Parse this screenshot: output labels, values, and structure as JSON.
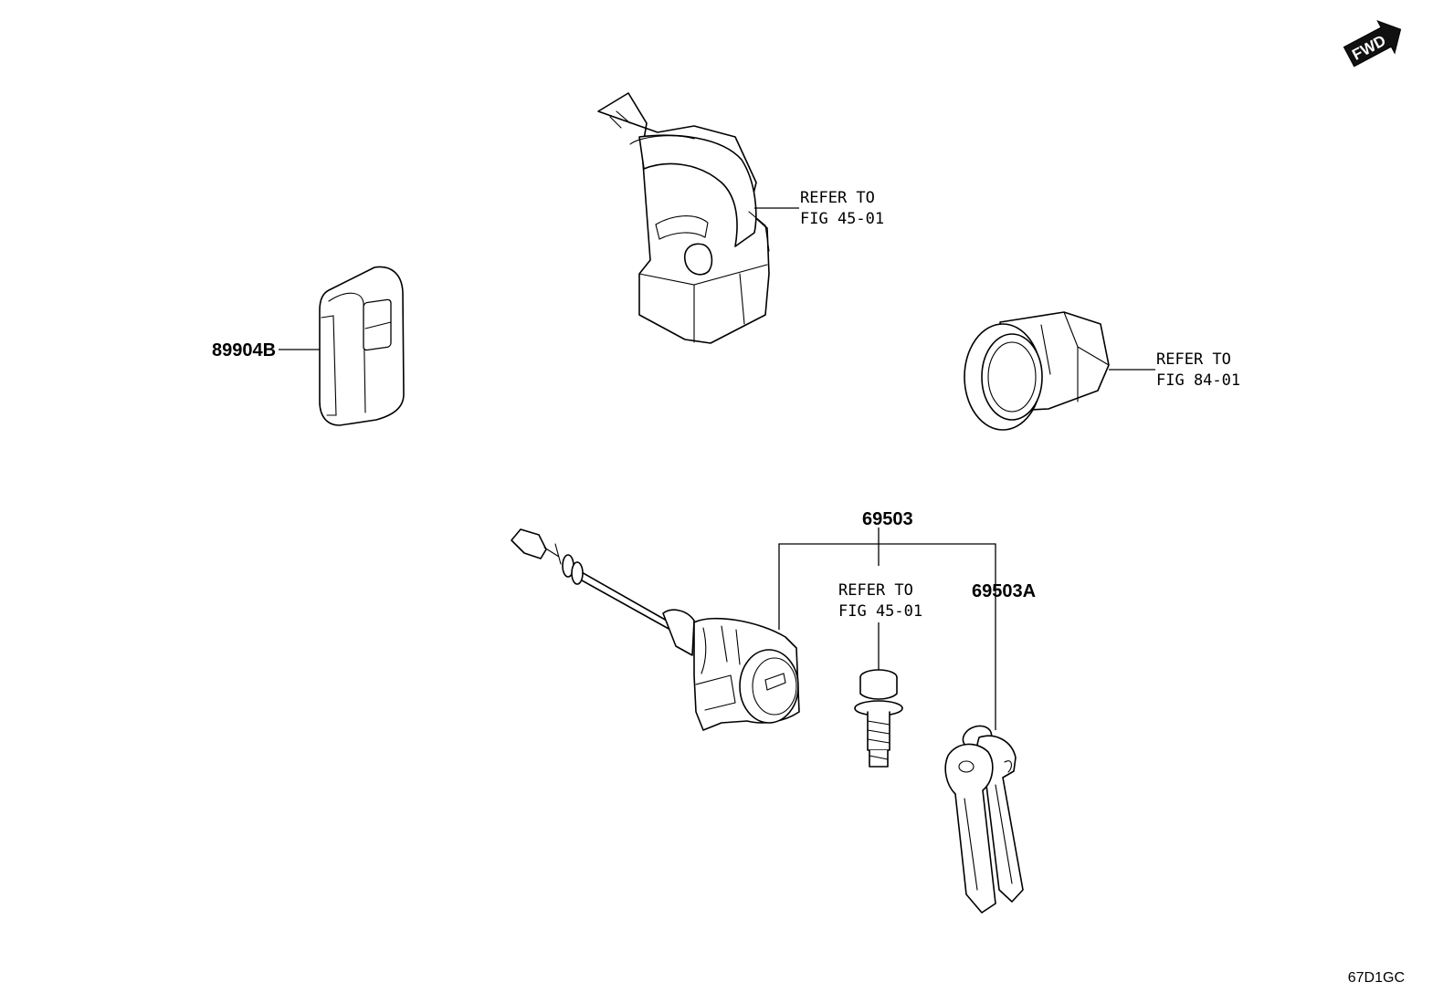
{
  "fwd_badge": "FWD",
  "callouts": {
    "ref_top_line1": "REFER TO",
    "ref_top_line2": "FIG 45-01",
    "ref_right_line1": "REFER TO",
    "ref_right_line2": "FIG 84-01",
    "ref_mid_line1": "REFER TO",
    "ref_mid_line2": "FIG 45-01",
    "part_89904B": "89904B",
    "part_69503": "69503",
    "part_69503A": "69503A"
  },
  "figure_code": "67D1GC"
}
